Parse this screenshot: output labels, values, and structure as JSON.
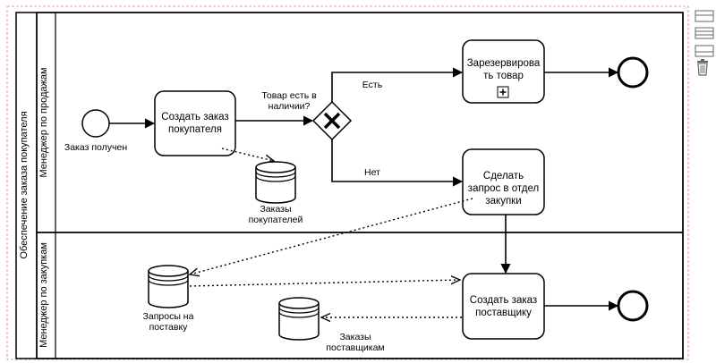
{
  "pool": {
    "label": "Обеспечение заказа покупателя"
  },
  "lanes": {
    "sales": "Менеджер по продажам",
    "purchasing": "Менеджер по закупкам"
  },
  "events": {
    "start": "Заказ получен"
  },
  "tasks": {
    "create_order": "Создать заказ покупателя",
    "reserve": "Зарезервирова ть товар",
    "request": "Сделать запрос в отдел закупки",
    "supplier_order": "Создать заказ поставщику"
  },
  "gateway": {
    "question": "Товар есть в наличии?",
    "yes": "Есть",
    "no": "Нет"
  },
  "datastores": {
    "customer_orders": "Заказы покупателей",
    "supply_requests": "Запросы на поставку",
    "supplier_orders": "Заказы поставщикам"
  },
  "toolbar": {
    "icons": [
      "lane-above-icon",
      "lane-divide-icon",
      "lane-below-icon",
      "trash-icon"
    ]
  }
}
